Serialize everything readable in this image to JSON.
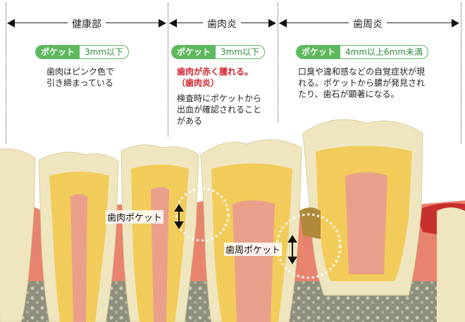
{
  "sections": [
    {
      "title": "健康部",
      "pocket_label": "ポケット",
      "pocket_value": "3mm以下",
      "lines": [
        "歯肉はピンク色で",
        "引き締まっている"
      ]
    },
    {
      "title": "歯肉炎",
      "pocket_label": "ポケット",
      "pocket_value": "3mm以下",
      "red_lines": [
        "歯肉が赤く腫れる。",
        "（歯肉炎）"
      ],
      "lines": [
        "検査時にポケットから",
        "出血が確認されること",
        "がある"
      ]
    },
    {
      "title": "歯周炎",
      "pocket_label": "ポケット",
      "pocket_value": "4mm以上6mm未満",
      "lines": [
        "口臭や違和感などの自覚症状が現",
        "れる。ポケットから膿が発見され",
        "たり、歯石が顕著になる。"
      ]
    }
  ],
  "callouts": {
    "gingival_pocket": "歯肉ポケット",
    "periodontal_pocket": "歯周ポケット"
  },
  "colors": {
    "accent_green": "#5cb85c",
    "warning_red": "#d2262e",
    "gum": "#e8836e",
    "enamel": "#efe6bf",
    "dentin": "#f2cc5a",
    "bone": "#9a9a88"
  }
}
